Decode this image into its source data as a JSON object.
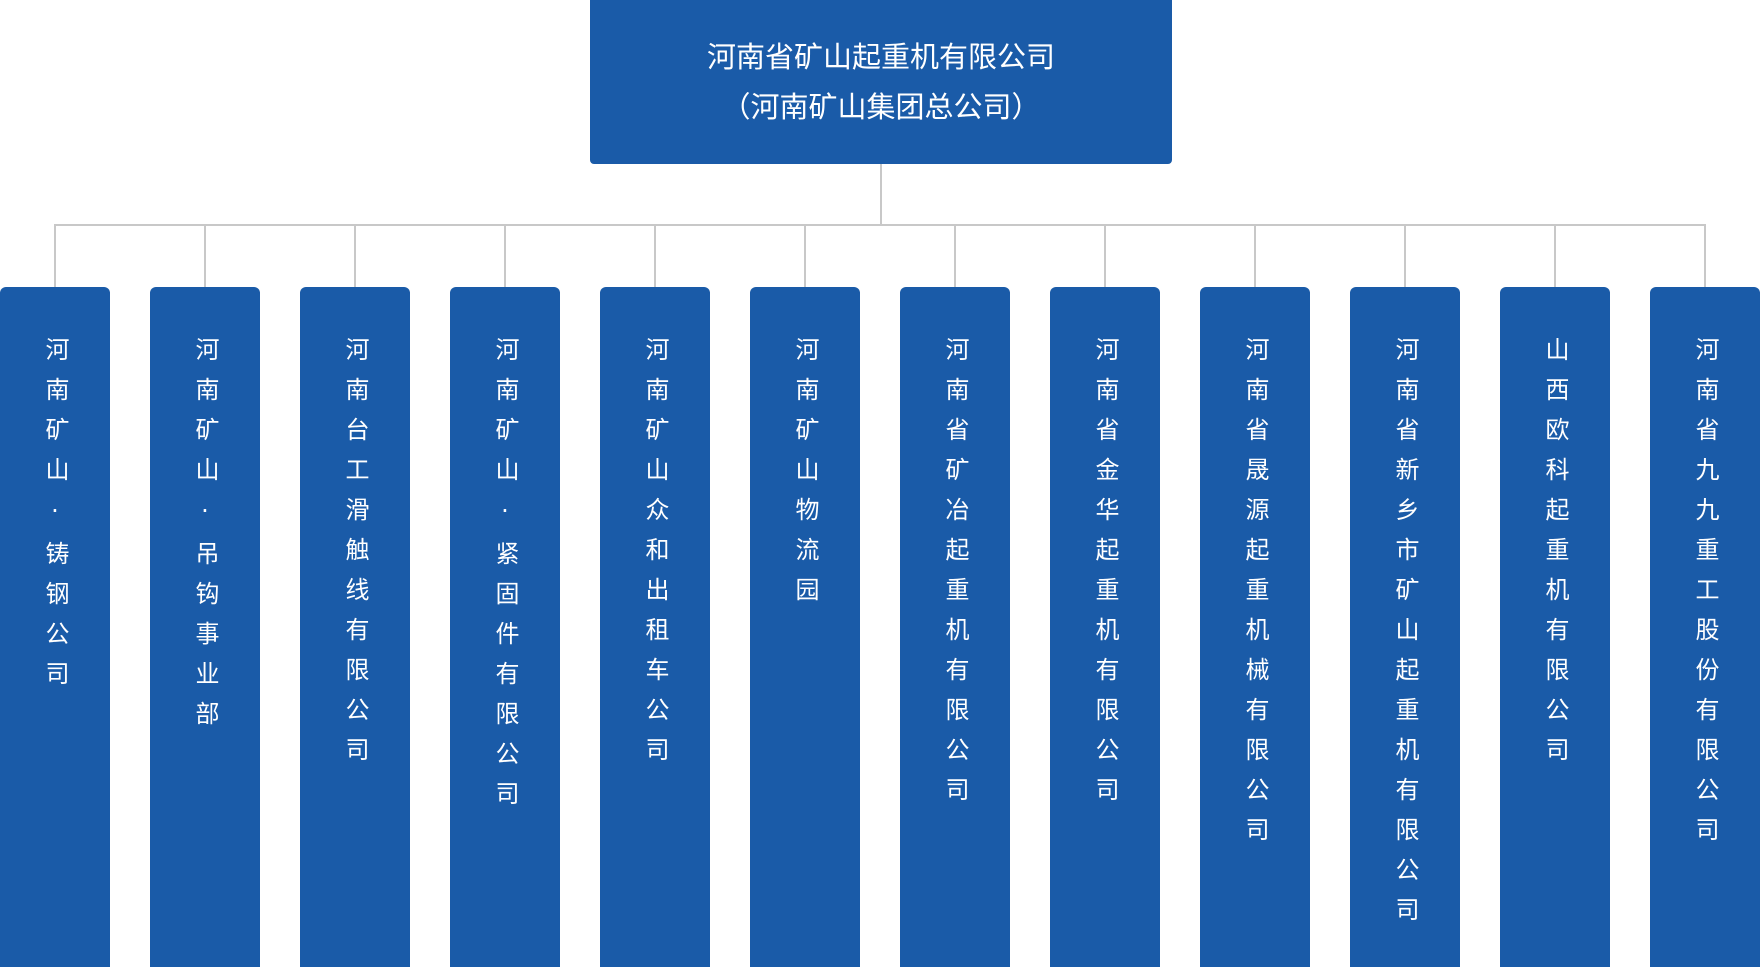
{
  "root": {
    "line1": "河南省矿山起重机有限公司",
    "line2": "（河南矿山集团总公司）"
  },
  "colors": {
    "box": "#1a5ba8",
    "connector": "#c8c8c8",
    "text": "#ffffff"
  },
  "children": [
    "河南矿山·铸钢公司",
    "河南矿山·吊钩事业部",
    "河南台工滑触线有限公司",
    "河南矿山·紧固件有限公司",
    "河南矿山众和出租车公司",
    "河南矿山物流园",
    "河南省矿冶起重机有限公司",
    "河南省金华起重机有限公司",
    "河南省晟源起重机械有限公司",
    "河南省新乡市矿山起重机有限公司",
    "山西欧科起重机有限公司",
    "河南省九九重工股份有限公司"
  ]
}
